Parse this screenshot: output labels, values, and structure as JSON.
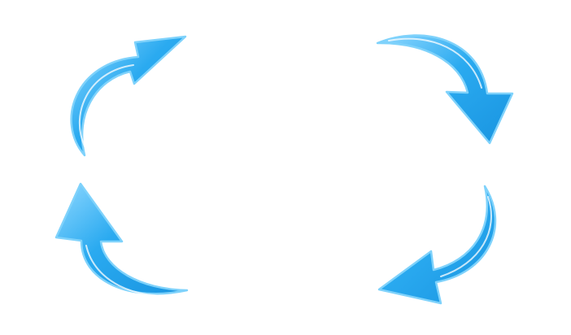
{
  "graphic": {
    "icon": "circular-arrows-cycle",
    "arrow_count": 4,
    "direction": "clockwise",
    "colors": {
      "fill": "#29a9ee",
      "edge": "#7fd2fb",
      "highlight": "#ffffff",
      "background": "#ffffff"
    },
    "arrows": [
      {
        "name": "arrow-top-left-icon",
        "position": "top-left",
        "points_toward": "top-right"
      },
      {
        "name": "arrow-top-right-icon",
        "position": "top-right",
        "points_toward": "bottom-right"
      },
      {
        "name": "arrow-bottom-right-icon",
        "position": "bottom-right",
        "points_toward": "bottom-left"
      },
      {
        "name": "arrow-bottom-left-icon",
        "position": "bottom-left",
        "points_toward": "top-left"
      }
    ]
  }
}
